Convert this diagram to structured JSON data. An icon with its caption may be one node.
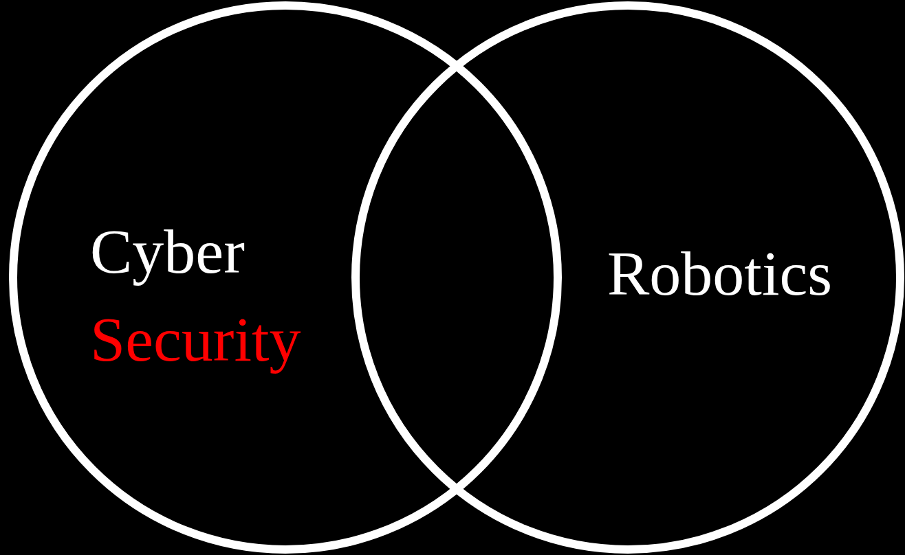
{
  "diagram": {
    "nodes": [
      {
        "text": [
          "Cyber",
          "Security"
        ]
      },
      {
        "text": [
          "Robotics"
        ]
      }
    ]
  }
}
